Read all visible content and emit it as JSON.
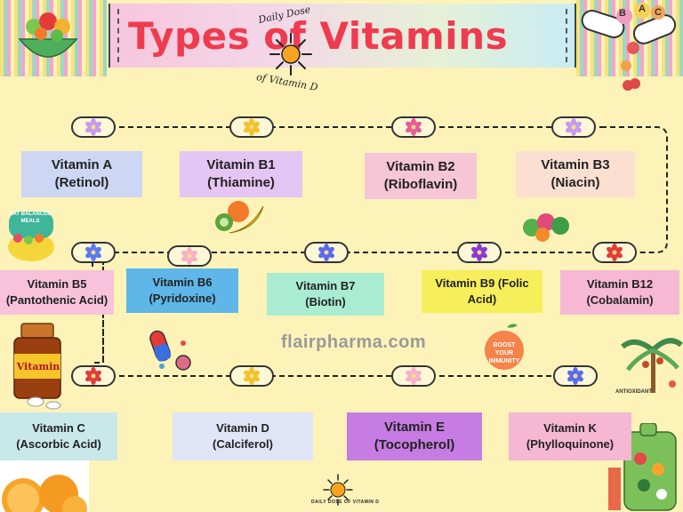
{
  "title": "Types of Vitamins",
  "badge_top": {
    "line1": "Daily Dose",
    "line2": "of Vitamin D"
  },
  "badge_bottom": "DAILY DOSE OF VITAMIN D",
  "watermark": "flairpharma.com",
  "decor_text": {
    "eat_balanced_meals": "EAT BALANCED MEALS",
    "vitamin_bottle": "Vitamin",
    "boost_immunity": "BOOST YOUR IMMUNITY",
    "antioxidant": "ANTIOXIDANT",
    "pill_letters": [
      "B",
      "A",
      "C"
    ]
  },
  "vitamins": [
    {
      "name": "Vitamin A",
      "chemical": "(Retinol)",
      "color": "#cdd6f3"
    },
    {
      "name": "Vitamin B1",
      "chemical": "(Thiamine)",
      "color": "#e5c5f3"
    },
    {
      "name": "Vitamin B2",
      "chemical": "(Riboflavin)",
      "color": "#f6c5d6"
    },
    {
      "name": "Vitamin B3",
      "chemical": "(Niacin)",
      "color": "#fbe0d2"
    },
    {
      "name": "Vitamin B5",
      "chemical": "(Pantothenic Acid)",
      "color": "#f7c2da"
    },
    {
      "name": "Vitamin B6",
      "chemical": "(Pyridoxine)",
      "color": "#5fb6e8"
    },
    {
      "name": "Vitamin B7",
      "chemical": "(Biotin)",
      "color": "#a9ecd2"
    },
    {
      "name": "Vitamin B9 (Folic",
      "chemical": "Acid)",
      "color": "#f6ee5a"
    },
    {
      "name": "Vitamin B12",
      "chemical": "(Cobalamin)",
      "color": "#f6b8d4"
    },
    {
      "name": "Vitamin C",
      "chemical": "(Ascorbic Acid)",
      "color": "#c8e8ea"
    },
    {
      "name": "Vitamin D",
      "chemical": "(Calciferol)",
      "color": "#dfe4f6"
    },
    {
      "name": "Vitamin E",
      "chemical": "(Tocopherol)",
      "color": "#c67ce2"
    },
    {
      "name": "Vitamin K",
      "chemical": "(Phylloquinone)",
      "color": "#f5b7d2"
    }
  ],
  "colors": {
    "background": "#fdf3b8",
    "title": "#ef3b4f",
    "path": "#222222"
  }
}
